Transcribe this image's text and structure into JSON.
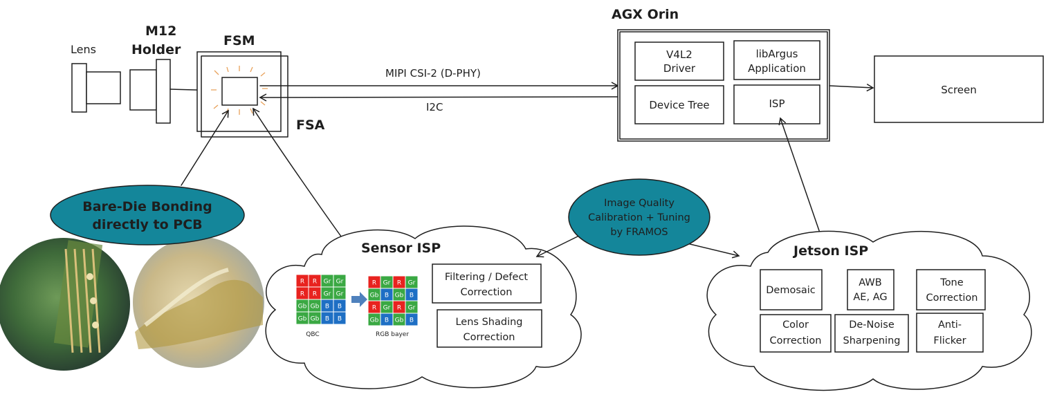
{
  "hardware": {
    "lens": "Lens",
    "holder_line1": "M12",
    "holder_line2": "Holder",
    "fsm": "FSM",
    "fsa": "FSA"
  },
  "links": {
    "mipi": "MIPI CSI-2 (D-PHY)",
    "i2c": "I2C"
  },
  "agx": {
    "title": "AGX Orin",
    "v4l2_line1": "V4L2",
    "v4l2_line2": "Driver",
    "libargus_line1": "libArgus",
    "libargus_line2": "Application",
    "device_tree": "Device Tree",
    "isp": "ISP"
  },
  "screen": "Screen",
  "bubble_bonding": {
    "line1": "Bare-Die Bonding",
    "line2": "directly to PCB"
  },
  "bubble_iq": {
    "line1": "Image Quality",
    "line2": "Calibration + Tuning",
    "line3": "by FRAMOS"
  },
  "sensor_isp": {
    "title": "Sensor ISP",
    "filtering_line1": "Filtering / Defect",
    "filtering_line2": "Correction",
    "lens_shading_line1": "Lens Shading",
    "lens_shading_line2": "Correction",
    "qbc_label": "QBC",
    "rgb_label": "RGB bayer",
    "qbc_grid": [
      [
        "R",
        "R",
        "Gr",
        "Gr"
      ],
      [
        "R",
        "R",
        "Gr",
        "Gr"
      ],
      [
        "Gb",
        "Gb",
        "B",
        "B"
      ],
      [
        "Gb",
        "Gb",
        "B",
        "B"
      ]
    ],
    "rgb_grid": [
      [
        "R",
        "Gr",
        "R",
        "Gr"
      ],
      [
        "Gb",
        "B",
        "Gb",
        "B"
      ],
      [
        "R",
        "Gr",
        "R",
        "Gr"
      ],
      [
        "Gb",
        "B",
        "Gb",
        "B"
      ]
    ]
  },
  "jetson_isp": {
    "title": "Jetson ISP",
    "demosaic": "Demosaic",
    "awb_line1": "AWB",
    "awb_line2": "AE, AG",
    "tone_line1": "Tone",
    "tone_line2": "Correction",
    "color_line1": "Color",
    "color_line2": "Correction",
    "denoise_line1": "De-Noise",
    "denoise_line2": "Sharpening",
    "flicker_line1": "Anti-",
    "flicker_line2": "Flicker"
  },
  "colors": {
    "teal": "#14869a",
    "red": "#e8231f",
    "green": "#3aa843",
    "blue": "#1e6fc4",
    "orange": "#e8a15a"
  }
}
